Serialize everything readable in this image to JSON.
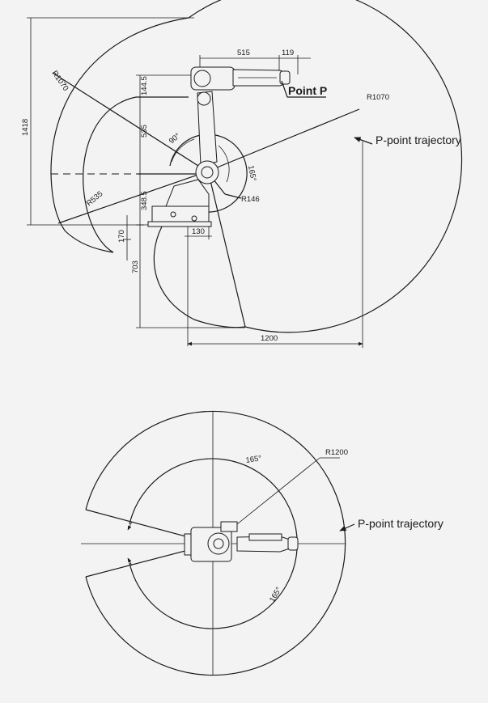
{
  "side_view": {
    "dims": {
      "d515": "515",
      "d119": "119",
      "d1418": "1418",
      "d144_5": "144.5",
      "d535": "535",
      "d348_5": "348.5",
      "d170": "170",
      "d703": "703",
      "d130": "130",
      "d1200": "1200"
    },
    "radius_labels": {
      "r1070_left": "R1070",
      "r1070_right": "R1070",
      "r535": "R535",
      "r146": "R146"
    },
    "angles": {
      "a90": "90°",
      "a165": "165°"
    },
    "point_label": "Point P",
    "trajectory_label": "P-point trajectory"
  },
  "top_view": {
    "radius_label": "R1200",
    "angle_top": "165°",
    "angle_bottom": "165°",
    "trajectory_label": "P-point trajectory"
  }
}
